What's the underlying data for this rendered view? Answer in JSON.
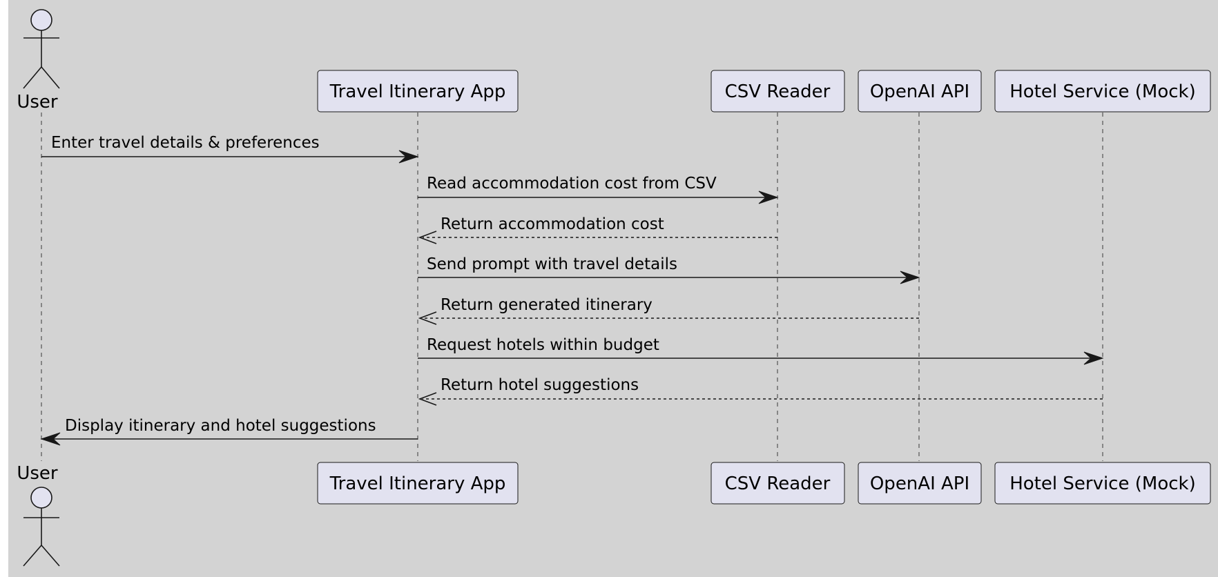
{
  "participants": [
    {
      "id": "user",
      "label": "User",
      "kind": "actor"
    },
    {
      "id": "app",
      "label": "Travel Itinerary App",
      "kind": "participant"
    },
    {
      "id": "csv",
      "label": "CSV Reader",
      "kind": "participant"
    },
    {
      "id": "openai",
      "label": "OpenAI API",
      "kind": "participant"
    },
    {
      "id": "hotel",
      "label": "Hotel Service (Mock)",
      "kind": "participant"
    }
  ],
  "messages": [
    {
      "from": "user",
      "to": "app",
      "label": "Enter travel details & preferences",
      "style": "solid"
    },
    {
      "from": "app",
      "to": "csv",
      "label": "Read accommodation cost from CSV",
      "style": "solid"
    },
    {
      "from": "csv",
      "to": "app",
      "label": "Return accommodation cost",
      "style": "dashed"
    },
    {
      "from": "app",
      "to": "openai",
      "label": "Send prompt with travel details",
      "style": "solid"
    },
    {
      "from": "openai",
      "to": "app",
      "label": "Return generated itinerary",
      "style": "dashed"
    },
    {
      "from": "app",
      "to": "hotel",
      "label": "Request hotels within budget",
      "style": "solid"
    },
    {
      "from": "hotel",
      "to": "app",
      "label": "Return hotel suggestions",
      "style": "dashed"
    },
    {
      "from": "app",
      "to": "user",
      "label": "Display itinerary and hotel suggestions",
      "style": "solid"
    }
  ]
}
